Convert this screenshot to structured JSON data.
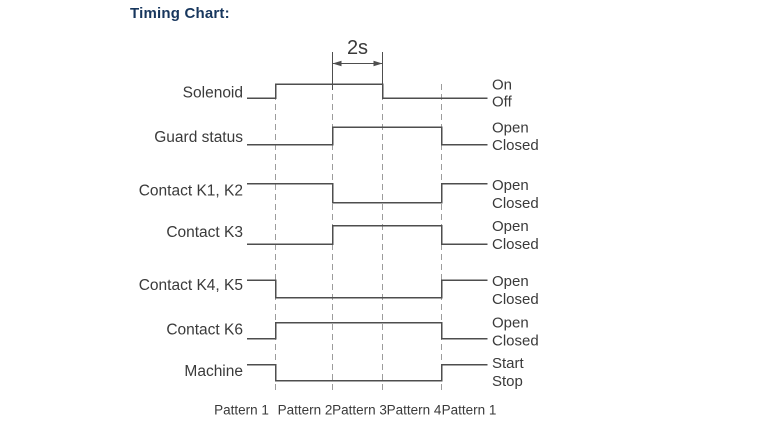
{
  "title": "Timing Chart:",
  "chart": {
    "dimension_label": "2s",
    "pattern_labels": [
      "Pattern 1",
      "Pattern 2",
      "Pattern 3",
      "Pattern 4",
      "Pattern 1"
    ],
    "signals": [
      {
        "name": "Solenoid",
        "high_label": "On",
        "low_label": "Off",
        "levels": [
          0,
          1,
          1,
          0,
          0
        ]
      },
      {
        "name": "Guard status",
        "high_label": "Open",
        "low_label": "Closed",
        "levels": [
          0,
          0,
          1,
          1,
          0
        ]
      },
      {
        "name": "Contact K1, K2",
        "high_label": "Open",
        "low_label": "Closed",
        "levels": [
          1,
          1,
          0,
          0,
          1
        ]
      },
      {
        "name": "Contact K3",
        "high_label": "Open",
        "low_label": "Closed",
        "levels": [
          0,
          0,
          1,
          1,
          0
        ]
      },
      {
        "name": "Contact K4, K5",
        "high_label": "Open",
        "low_label": "Closed",
        "levels": [
          1,
          0,
          0,
          0,
          1
        ]
      },
      {
        "name": "Contact K6",
        "high_label": "Open",
        "low_label": "Closed",
        "levels": [
          0,
          1,
          1,
          1,
          0
        ]
      },
      {
        "name": "Machine",
        "high_label": "Start",
        "low_label": "Stop",
        "levels": [
          1,
          0,
          0,
          0,
          1
        ]
      }
    ],
    "colors": {
      "title": "#17365d",
      "waveform_line": "#4e4e4e",
      "dashed_boundary": "#9c9c9c",
      "label_text": "#3a3a3a"
    }
  }
}
